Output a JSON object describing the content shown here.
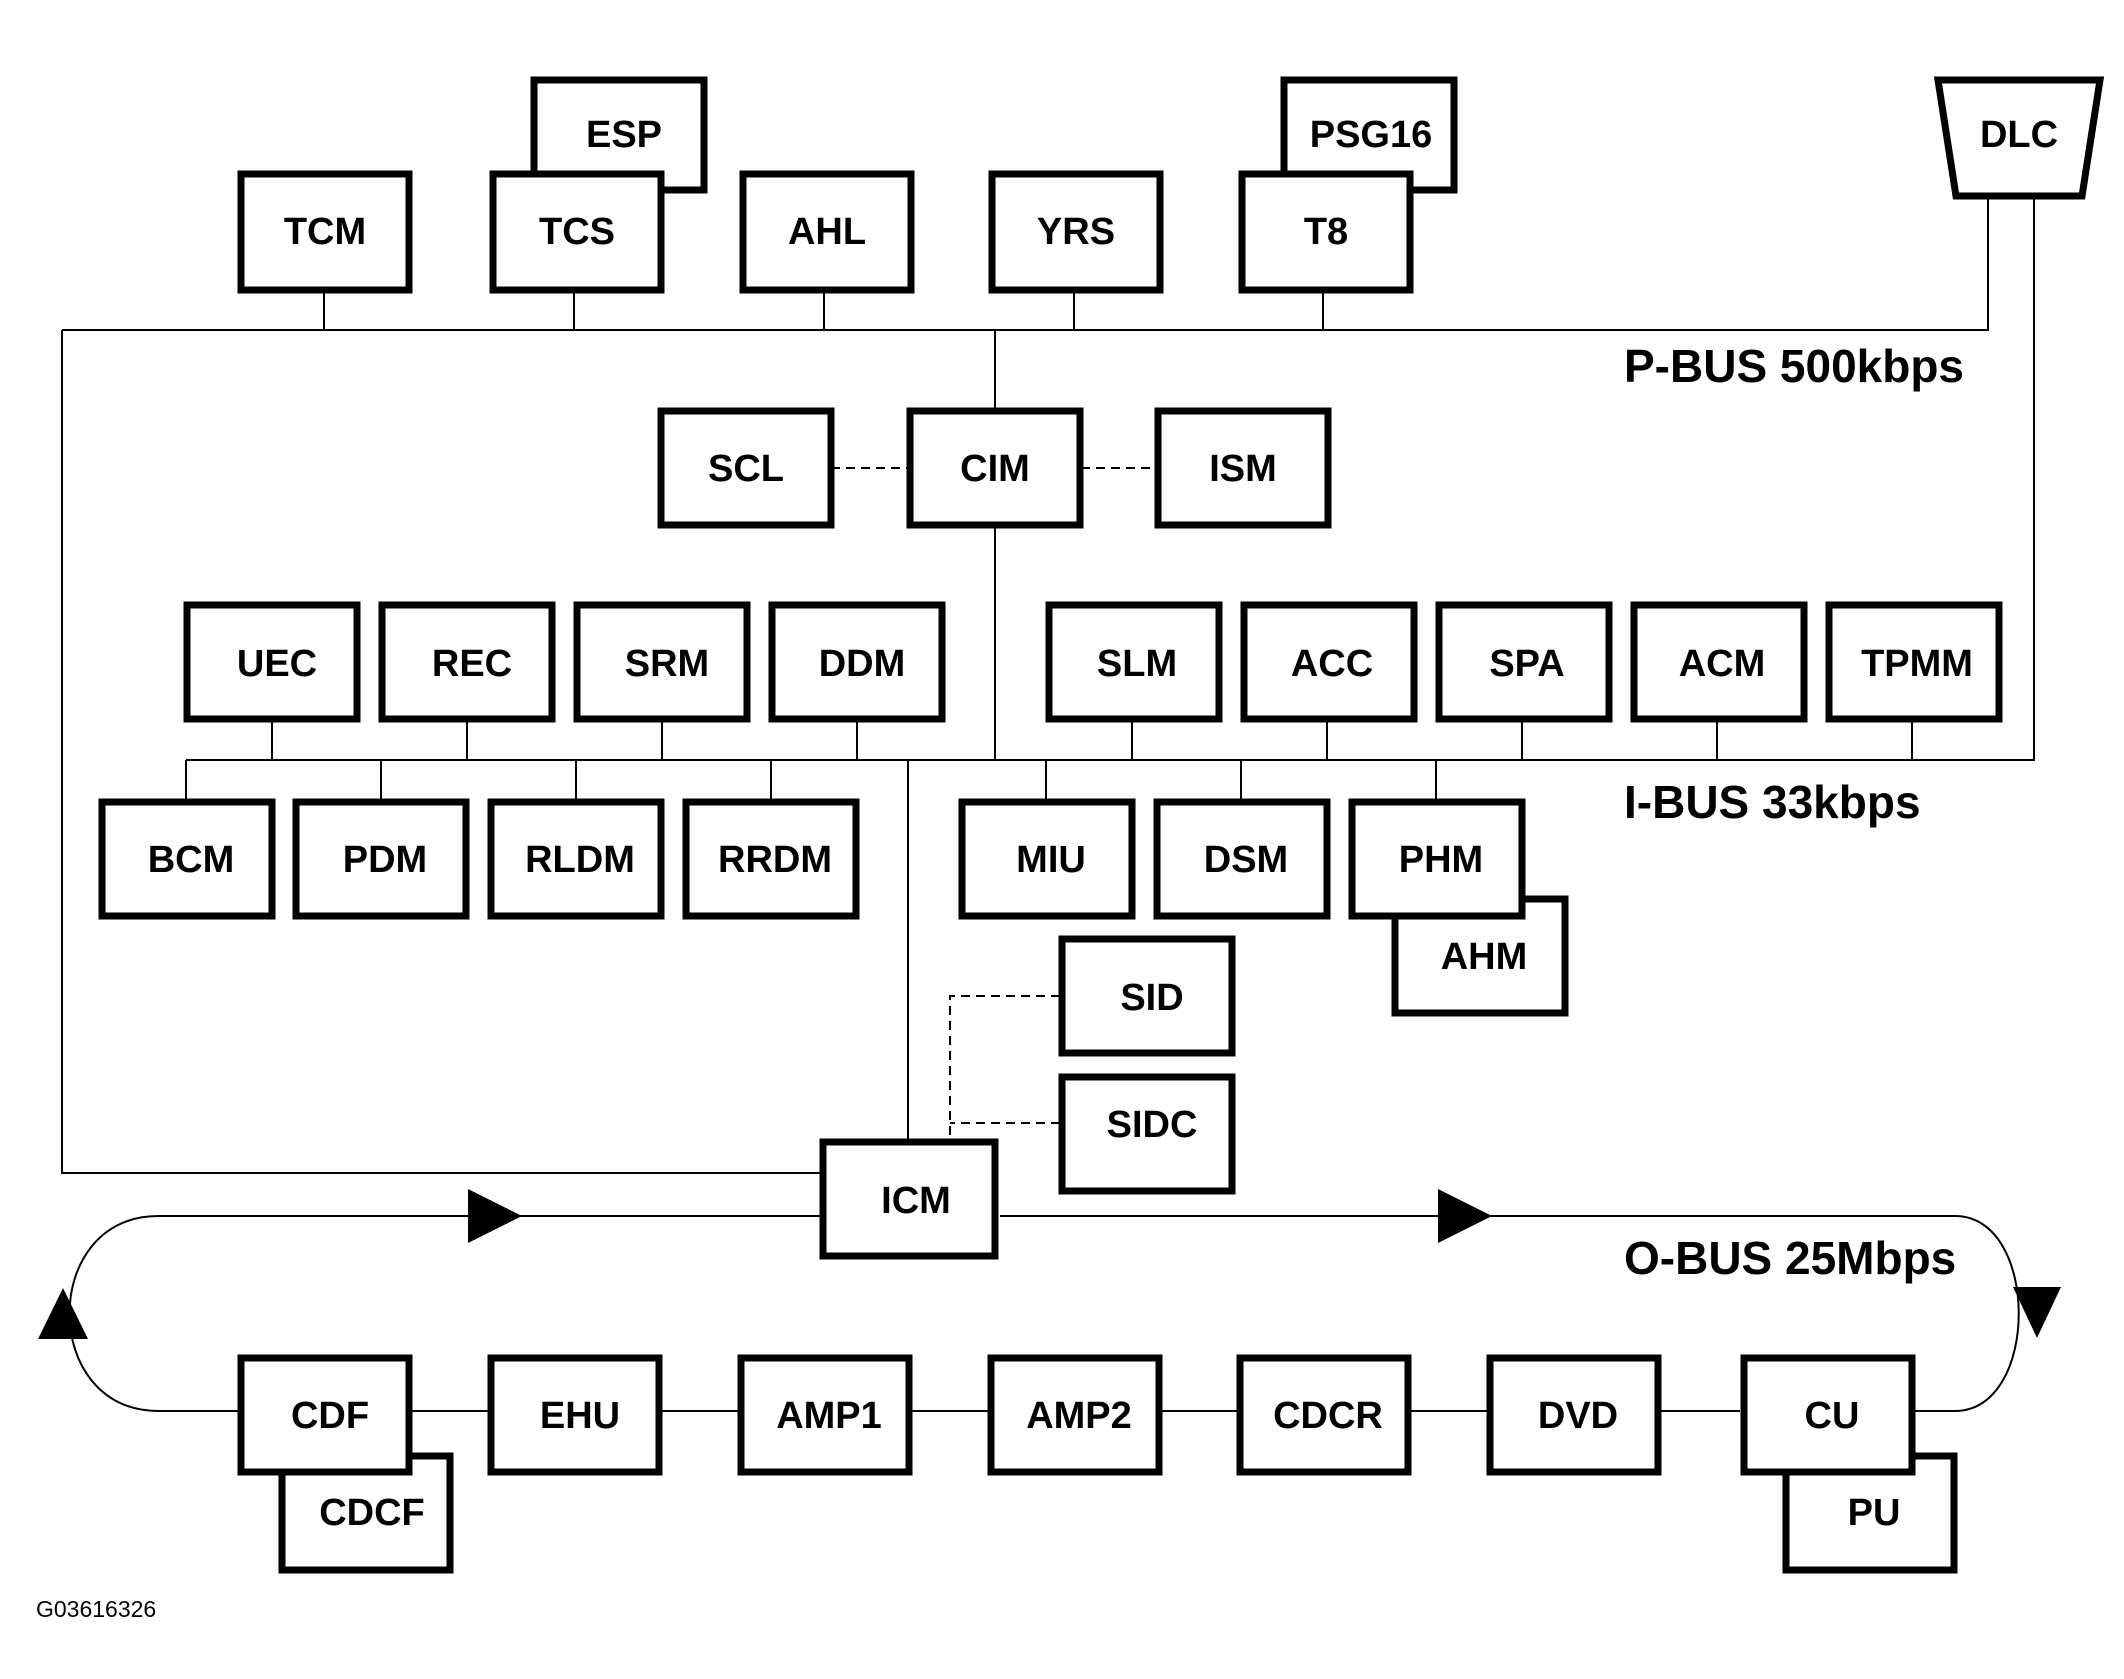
{
  "modules": {
    "tcm": "TCM",
    "esp": "ESP",
    "tcs": "TCS",
    "ahl": "AHL",
    "yrs": "YRS",
    "psg16": "PSG16",
    "t8": "T8",
    "dlc": "DLC",
    "scl": "SCL",
    "cim": "CIM",
    "ism": "ISM",
    "uec": "UEC",
    "rec": "REC",
    "srm": "SRM",
    "ddm": "DDM",
    "slm": "SLM",
    "acc": "ACC",
    "spa": "SPA",
    "acm": "ACM",
    "tpmm": "TPMM",
    "bcm": "BCM",
    "pdm": "PDM",
    "rldm": "RLDM",
    "rrdm": "RRDM",
    "miu": "MIU",
    "dsm": "DSM",
    "phm": "PHM",
    "ahm": "AHM",
    "sid": "SID",
    "sidc": "SIDC",
    "icm": "ICM",
    "cdf": "CDF",
    "cdcf": "CDCF",
    "ehu": "EHU",
    "amp1": "AMP1",
    "amp2": "AMP2",
    "cdcr": "CDCR",
    "dvd": "DVD",
    "cu": "CU",
    "pu": "PU"
  },
  "buses": {
    "p_bus": "P-BUS 500kbps",
    "i_bus": "I-BUS 33kbps",
    "o_bus": "O-BUS 25Mbps"
  },
  "figure_id": "G03616326"
}
